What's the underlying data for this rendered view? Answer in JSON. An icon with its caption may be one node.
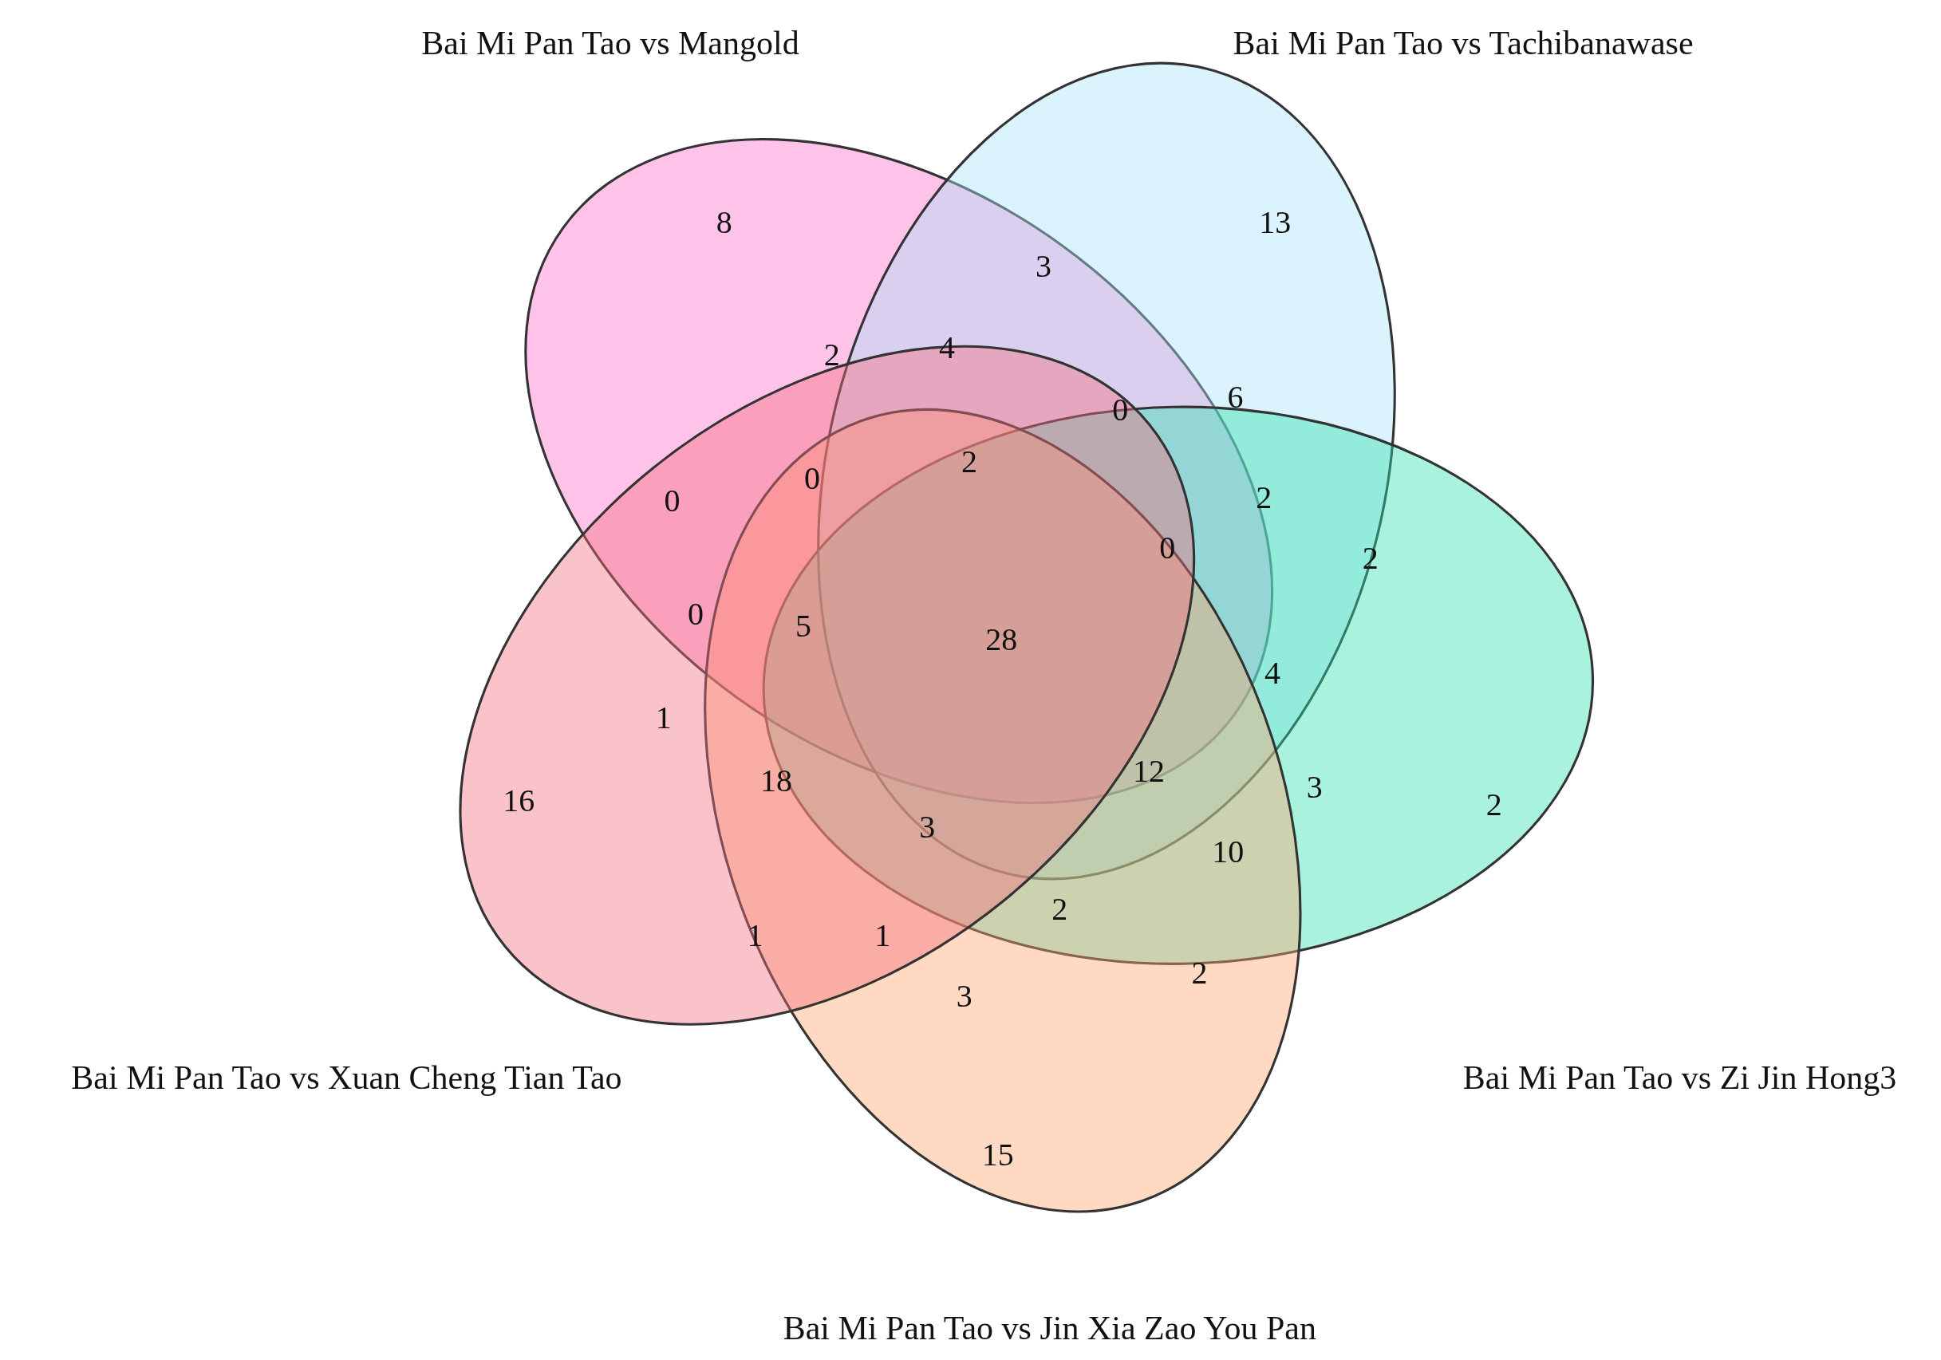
{
  "diagram": {
    "nodes": [
      {
        "text": [
          "Bai Mi Pan Tao vs Mangold"
        ]
      },
      {
        "text": [
          "Bai Mi Pan Tao vs Tachibanawase"
        ]
      },
      {
        "text": [
          "Bai Mi Pan Tao vs Zi Jin Hong3"
        ]
      },
      {
        "text": [
          "Bai Mi Pan Tao vs Jin Xia Zao You Pan"
        ]
      },
      {
        "text": [
          "Bai Mi Pan Tao vs Xuan Cheng Tian Tao"
        ]
      }
    ],
    "edges": [],
    "labels": [
      "8",
      "13",
      "3",
      "2",
      "4",
      "6",
      "0",
      "2",
      "0",
      "0",
      "2",
      "0",
      "2",
      "0",
      "5",
      "28",
      "4",
      "1",
      "12",
      "18",
      "3",
      "16",
      "2",
      "3",
      "10",
      "2",
      "1",
      "1",
      "2",
      "3",
      "15"
    ]
  }
}
